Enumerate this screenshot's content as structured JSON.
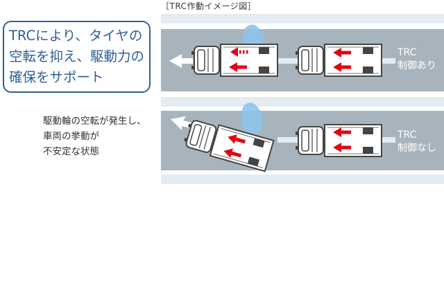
{
  "caption": "［TRC作動イメージ図］",
  "callout": {
    "lines": [
      "TRCにより、タイヤの",
      "空転を抑え、駆動力の",
      "確保をサポート"
    ]
  },
  "note": {
    "lines": [
      "駆動輪の空転が発生し、",
      "車両の挙動が",
      "不安定な状態"
    ]
  },
  "roads": [
    {
      "label_lines": [
        "TRC",
        "制御あり"
      ]
    },
    {
      "label_lines": [
        "TRC",
        "制御なし"
      ]
    }
  ],
  "colors": {
    "road": "#a7b4bd",
    "lane_stripe": "#e3ecf2",
    "truck_outline": "#444444",
    "push_arrow": "#e60012",
    "motion_arrow": "#ffffff",
    "water_splash": "#8fc3ea",
    "accent_blue": "#2f5f97"
  },
  "icons": [
    "red-push-arrow",
    "white-motion-arrow",
    "water-splash",
    "truck"
  ]
}
